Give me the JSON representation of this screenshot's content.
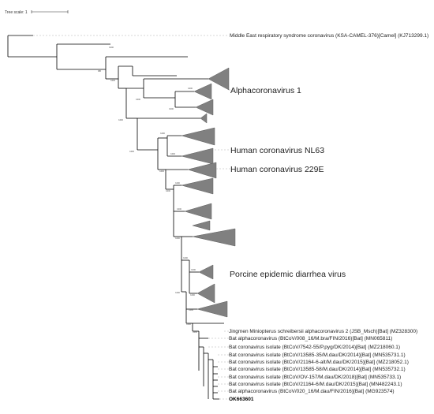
{
  "scale": {
    "label": "Tree scale: 1"
  },
  "clades": [
    "Alphacoronavirus 1",
    "Human coronavirus NL63",
    "Human coronavirus 229E",
    "Porcine epidemic diarrhea virus"
  ],
  "leaves": {
    "outgroup": "Middle East respiratory syndrome coronavirus (KSA-CAMEL-376)[Camel] (KJ713299.1)",
    "l1": "Jingmen Miniopterus schreibersii alphacoronavirus 2 (JSB_Msch)[Bat] (MZ328300)",
    "l2": "Bat alphacoronavirus (BtCoV/008_16/M.bra/FIN/2016)[Bat] (MN065811)",
    "l3": "Bat coronavirus isolate (BtCoV/7542-55/P.pyg/DK/2014)[Bat] (MZ218060.1)",
    "l4": "Bat coronavirus isolate (BtCoV/13585-35/M.dau/DK/2014)[Bat] (MN535731.1)",
    "l5": "Bat coronavirus isolate (BtCoV/21164-6-alt/M.dau/DK/2015)[Bat] (MZ218052.1)",
    "l6": "Bat coronavirus isolate (BtCoV/13585-58/M.dau/DK/2014)[Bat] (MN535732.1)",
    "l7": "Bat coronavirus isolate (BtCoV/OV-157/M.dau/DK/2018)[Bat] (MN535733.1)",
    "l8": "Bat coronavirus isolate (BtCoV/21164-6/M.dau/DK/2015)[Bat] (MN482243.1)",
    "l9": "Bat alphacoronavirus (BtCoV/020_16/M.dau/FIN/2016)[Bat] (MG923574)",
    "l10": "OK663601"
  },
  "bootstrap": {
    "b1": "100",
    "b2": "98",
    "b3": "100",
    "b4": "100",
    "b5": "100",
    "b6": "100",
    "b7": "100",
    "b8": "100",
    "b9": "100",
    "b10": "100",
    "b11": "100",
    "b12": "100",
    "b13": "100",
    "b14": "100",
    "b15": "100",
    "b16": "100",
    "b17": "100",
    "b18": "100",
    "b19": "100",
    "b20": "100",
    "b21": "100",
    "b22": "100"
  }
}
